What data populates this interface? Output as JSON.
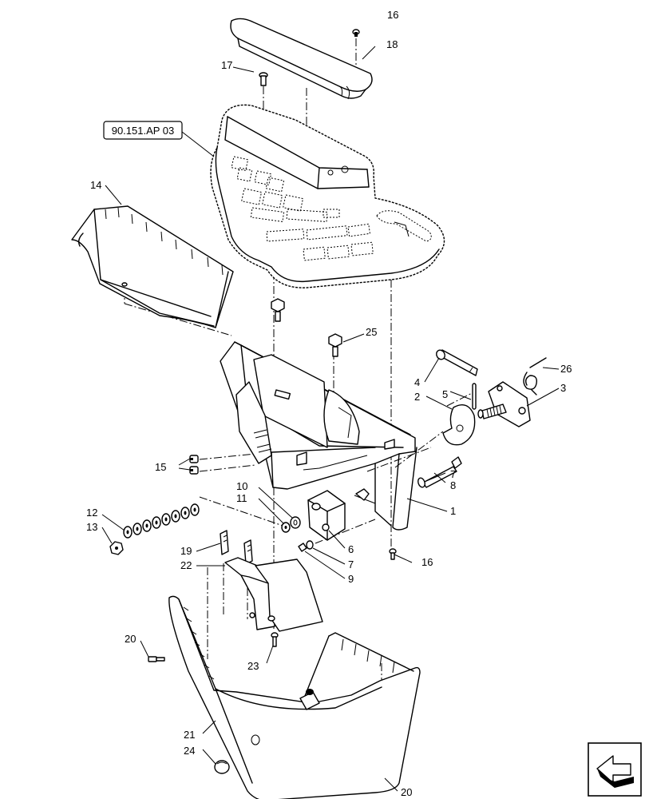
{
  "reference": "90.151.AP 03",
  "callouts": [
    {
      "id": "c16a",
      "label": "16"
    },
    {
      "id": "c18",
      "label": "18"
    },
    {
      "id": "c17",
      "label": "17"
    },
    {
      "id": "c14",
      "label": "14"
    },
    {
      "id": "c25",
      "label": "25"
    },
    {
      "id": "c4",
      "label": "4"
    },
    {
      "id": "c26",
      "label": "26"
    },
    {
      "id": "c2",
      "label": "2"
    },
    {
      "id": "c5",
      "label": "5"
    },
    {
      "id": "c3",
      "label": "3"
    },
    {
      "id": "c15",
      "label": "15"
    },
    {
      "id": "c7a",
      "label": "7"
    },
    {
      "id": "c8",
      "label": "8"
    },
    {
      "id": "c10",
      "label": "10"
    },
    {
      "id": "c11",
      "label": "11"
    },
    {
      "id": "c1",
      "label": "1"
    },
    {
      "id": "c12",
      "label": "12"
    },
    {
      "id": "c13",
      "label": "13"
    },
    {
      "id": "c6",
      "label": "6"
    },
    {
      "id": "c19",
      "label": "19"
    },
    {
      "id": "c7b",
      "label": "7"
    },
    {
      "id": "c22",
      "label": "22"
    },
    {
      "id": "c9",
      "label": "9"
    },
    {
      "id": "c16b",
      "label": "16"
    },
    {
      "id": "c20a",
      "label": "20"
    },
    {
      "id": "c23",
      "label": "23"
    },
    {
      "id": "c21",
      "label": "21"
    },
    {
      "id": "c24",
      "label": "24"
    },
    {
      "id": "c20b",
      "label": "20"
    }
  ],
  "icons": {
    "corner": "direction-arrow-icon"
  }
}
